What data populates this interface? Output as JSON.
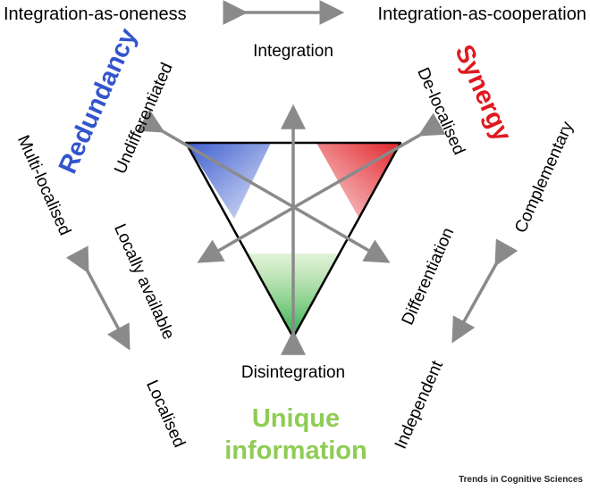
{
  "top": {
    "left_label": "Integration-as-oneness",
    "right_label": "Integration-as-cooperation"
  },
  "axes": {
    "integration": "Integration",
    "disintegration": "Disintegration",
    "differentiation": "Differentiation",
    "undifferentiated": "Undifferentiated",
    "de_localised": "De-localised",
    "locally_available": "Locally available"
  },
  "corners": {
    "redundancy": "Redundancy",
    "synergy": "Synergy",
    "unique_line1": "Unique",
    "unique_line2": "information"
  },
  "sides": {
    "multi_localised": "Multi-localised",
    "localised": "Localised",
    "complementary": "Complementary",
    "independent": "Independent"
  },
  "credit": "Trends in Cognitive Sciences",
  "colors": {
    "redundancy": "#3355cc",
    "synergy": "#e0191f",
    "unique": "#8fcc55",
    "arrow": "#8a8a8a"
  }
}
